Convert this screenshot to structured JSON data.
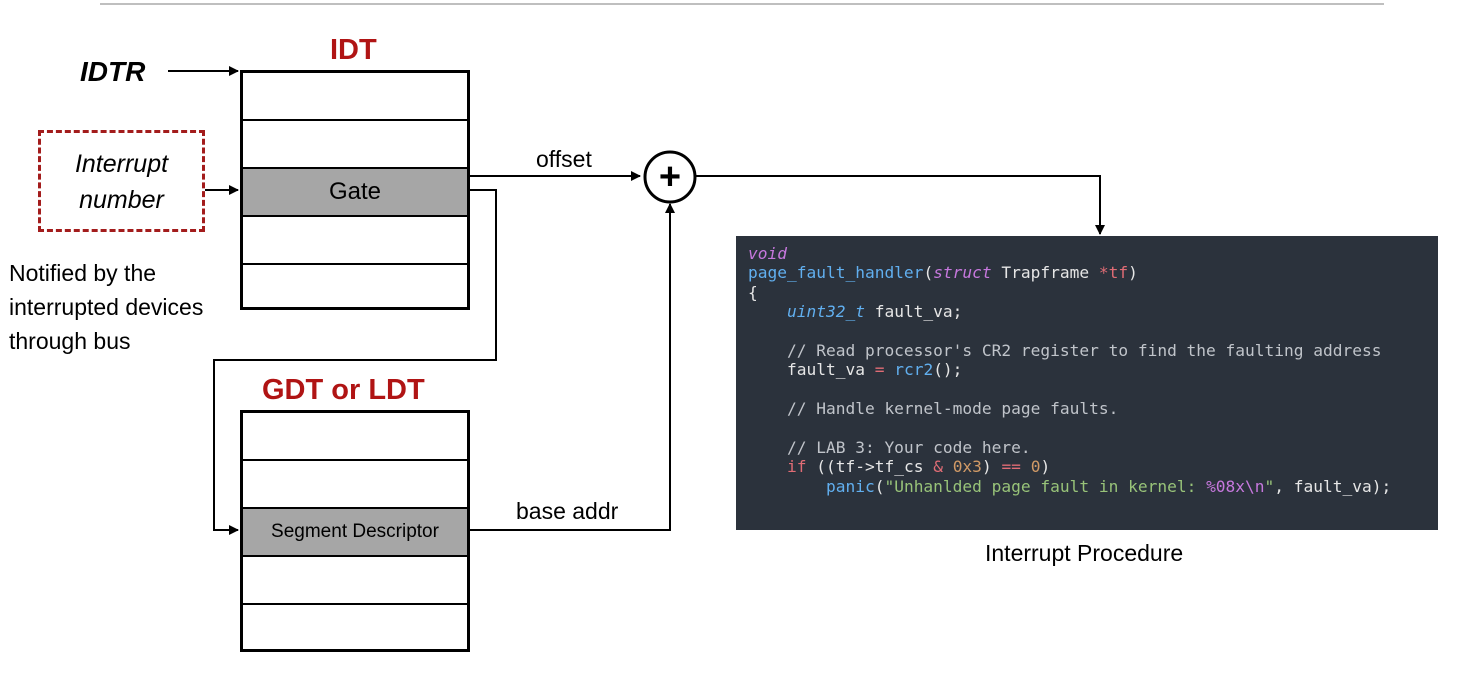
{
  "idt_title": "IDT",
  "idtr_label": "IDTR",
  "interrupt_number": [
    "Interrupt",
    "number"
  ],
  "note_lines": [
    "Notified by the",
    "interrupted devices",
    "through bus"
  ],
  "gate_label": "Gate",
  "offset_label": "offset",
  "gdt_title": "GDT or LDT",
  "segment_descriptor_label": "Segment Descriptor",
  "base_addr_label": "base addr",
  "adder_symbol": "+",
  "caption": "Interrupt Procedure",
  "code": {
    "l1": "void",
    "l2_fn": "page_fault_handler",
    "l2_kw": "struct",
    "l2_type": "Trapframe",
    "l2_ptr": "*tf",
    "l3": "{",
    "l4_type": "uint32_t",
    "l4_var": "fault_va;",
    "l5_comment": "// Read processor's CR2 register to find the faulting address",
    "l6_var": "fault_va",
    "l6_op": "=",
    "l6_fn": "rcr2",
    "l7_comment": "// Handle kernel-mode page faults.",
    "l8_comment": "// LAB 3: Your code here.",
    "l9_kw": "if",
    "l9_expr": "((tf->tf_cs",
    "l9_and": "&",
    "l9_hex": "0x3",
    "l9_eq": "==",
    "l9_zero": "0",
    "l10_fn": "panic",
    "l10_str": "\"Unhanlded page fault in kernel: ",
    "l10_fmt": "%08x\\n",
    "l10_str_end": "\"",
    "l10_arg": "fault_va"
  },
  "colors": {
    "title_red": "#b01414",
    "dashed_border": "#a31c1c",
    "gray_row": "#a6a6a6",
    "code_bg": "#2b323c"
  }
}
